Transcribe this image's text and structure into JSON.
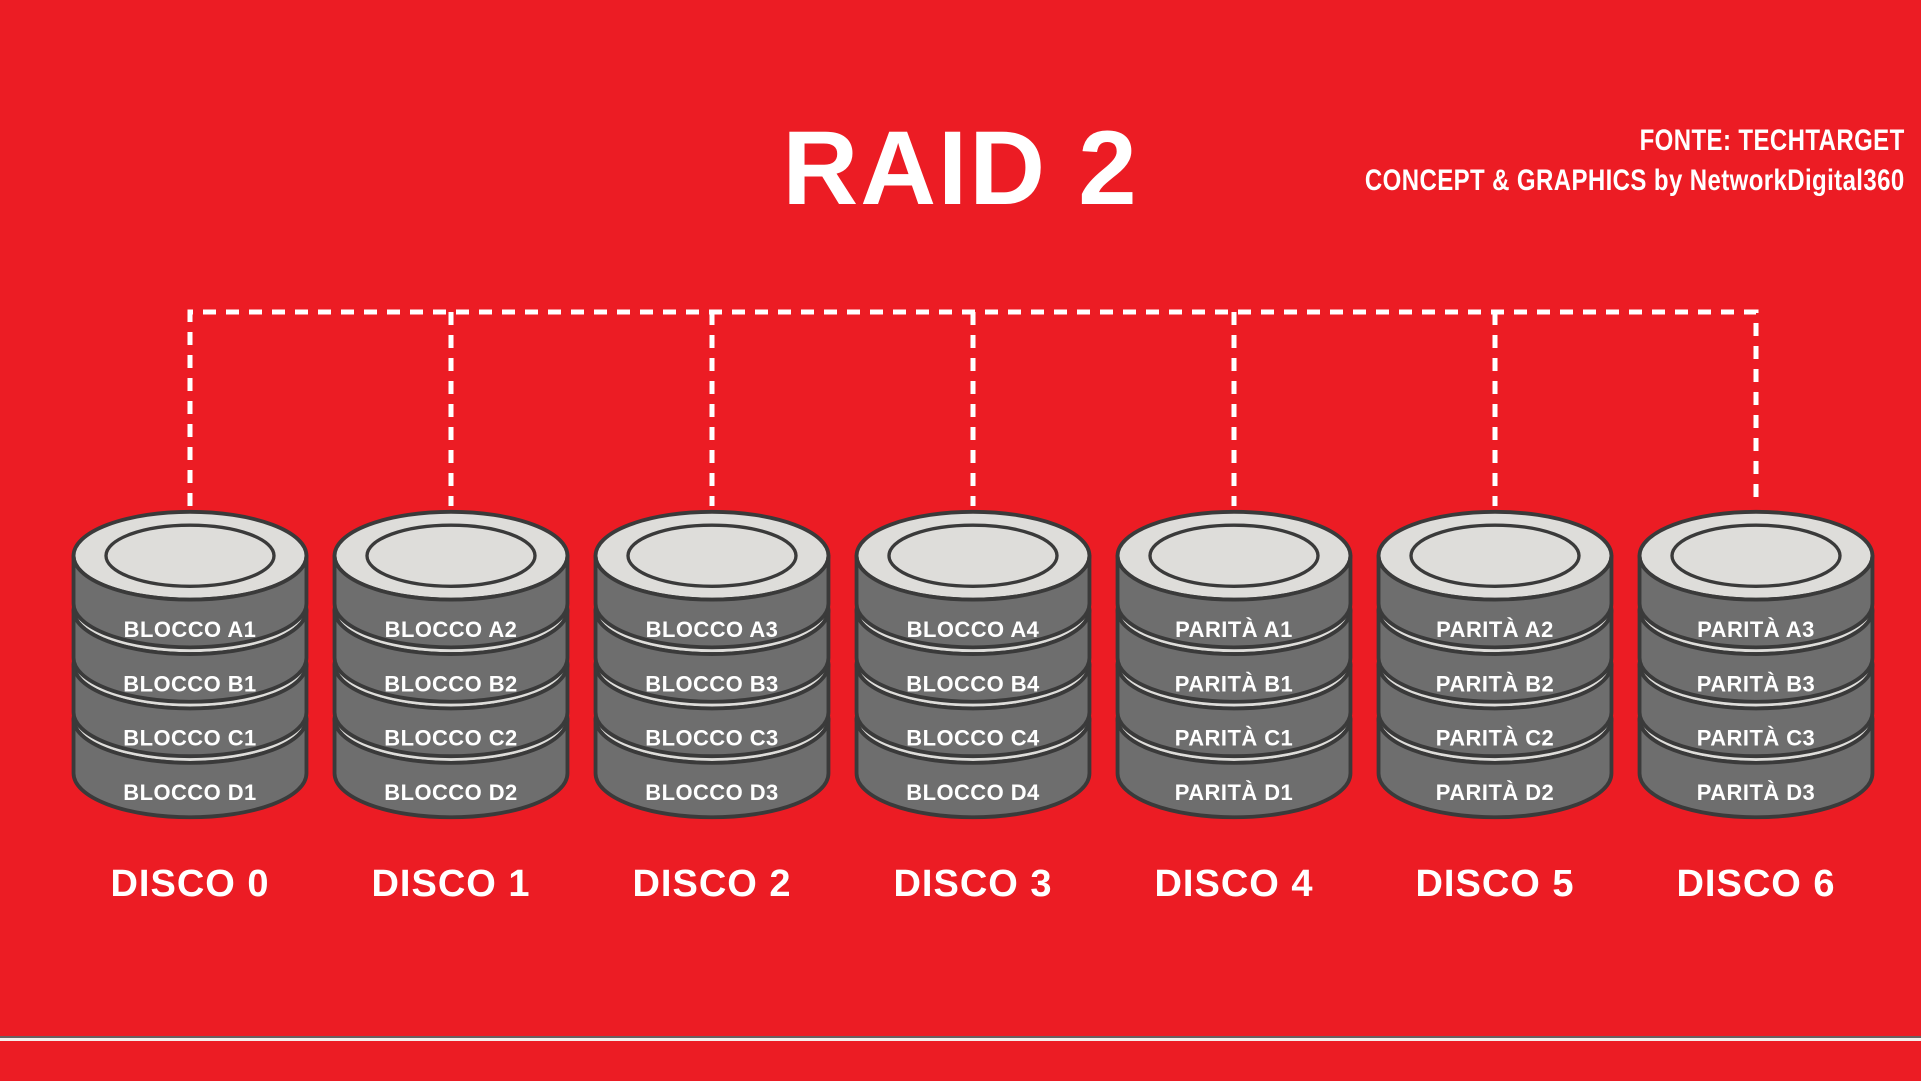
{
  "title": "RAID 2",
  "attribution": {
    "line1": "FONTE: TECHTARGET",
    "line2": "CONCEPT & GRAPHICS by NetworkDigital360"
  },
  "disks": [
    {
      "name": "DISCO 0",
      "blocks": [
        "BLOCCO A1",
        "BLOCCO B1",
        "BLOCCO C1",
        "BLOCCO D1"
      ]
    },
    {
      "name": "DISCO 1",
      "blocks": [
        "BLOCCO A2",
        "BLOCCO B2",
        "BLOCCO C2",
        "BLOCCO D2"
      ]
    },
    {
      "name": "DISCO 2",
      "blocks": [
        "BLOCCO A3",
        "BLOCCO B3",
        "BLOCCO C3",
        "BLOCCO D3"
      ]
    },
    {
      "name": "DISCO 3",
      "blocks": [
        "BLOCCO A4",
        "BLOCCO B4",
        "BLOCCO C4",
        "BLOCCO D4"
      ]
    },
    {
      "name": "DISCO 4",
      "blocks": [
        "PARITÀ A1",
        "PARITÀ B1",
        "PARITÀ C1",
        "PARITÀ D1"
      ]
    },
    {
      "name": "DISCO 5",
      "blocks": [
        "PARITÀ A2",
        "PARITÀ B2",
        "PARITÀ C2",
        "PARITÀ D2"
      ]
    },
    {
      "name": "DISCO 6",
      "blocks": [
        "PARITÀ A3",
        "PARITÀ B3",
        "PARITÀ C3",
        "PARITÀ D3"
      ]
    }
  ],
  "colors": {
    "background": "#EC1C24",
    "disk_band": "#6E6E6E",
    "disk_top": "#DEDDDA",
    "disk_outline": "#3A3A3A",
    "connector": "#FFFFFF",
    "text": "#FFFFFF"
  }
}
